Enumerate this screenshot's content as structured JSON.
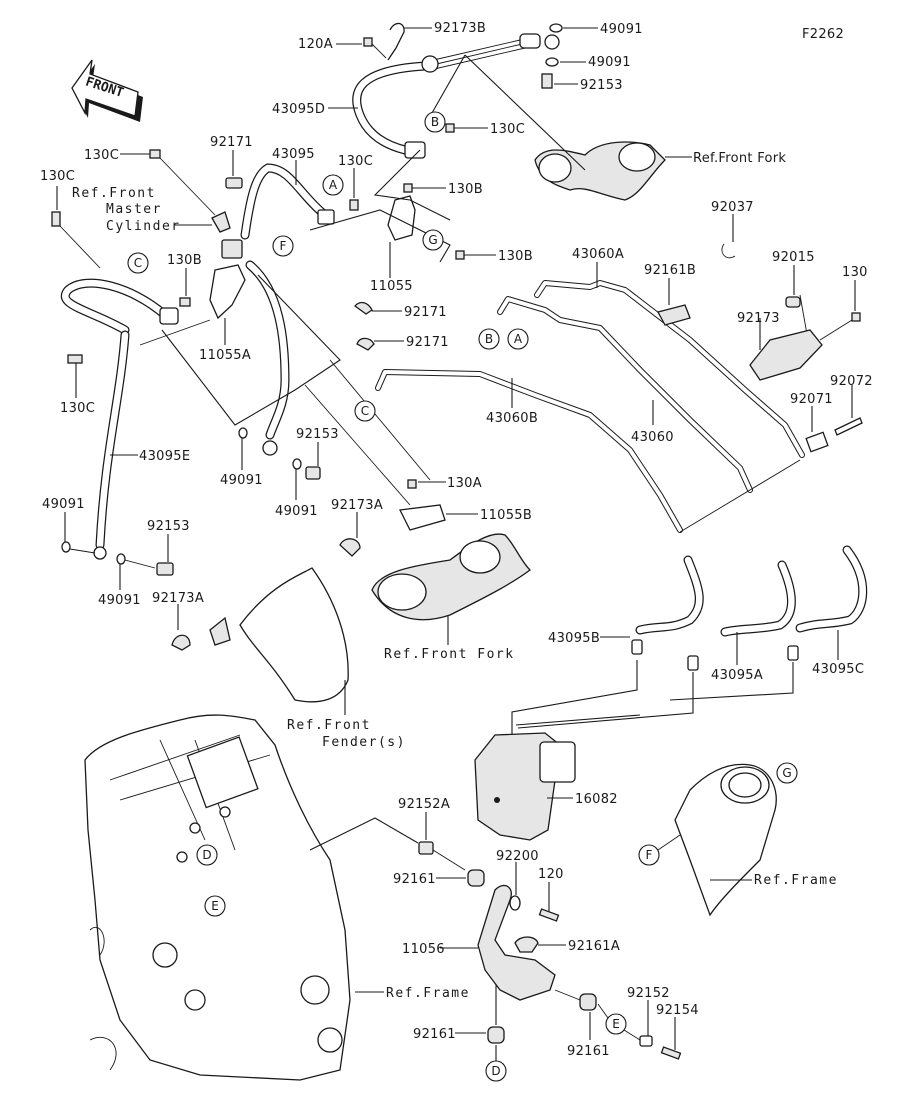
{
  "figure_code": "F2262",
  "direction_arrow": "FRONT",
  "parts": [
    {
      "id": "92173B",
      "label": "92173B"
    },
    {
      "id": "120A",
      "label": "120A"
    },
    {
      "id": "49091-a",
      "label": "49091"
    },
    {
      "id": "49091-b",
      "label": "49091"
    },
    {
      "id": "92153-a",
      "label": "92153"
    },
    {
      "id": "43095D",
      "label": "43095D"
    },
    {
      "id": "130C-a",
      "label": "130C"
    },
    {
      "id": "130C-b",
      "label": "130C"
    },
    {
      "id": "130C-c",
      "label": "130C"
    },
    {
      "id": "130C-d",
      "label": "130C"
    },
    {
      "id": "130C-e",
      "label": "130C"
    },
    {
      "id": "92171-a",
      "label": "92171"
    },
    {
      "id": "43095",
      "label": "43095"
    },
    {
      "id": "130B-a",
      "label": "130B"
    },
    {
      "id": "130B-b",
      "label": "130B"
    },
    {
      "id": "130B-c",
      "label": "130B"
    },
    {
      "id": "11055",
      "label": "11055"
    },
    {
      "id": "11055A",
      "label": "11055A"
    },
    {
      "id": "92171-b",
      "label": "92171"
    },
    {
      "id": "92171-c",
      "label": "92171"
    },
    {
      "id": "92037",
      "label": "92037"
    },
    {
      "id": "43060A",
      "label": "43060A"
    },
    {
      "id": "92161B",
      "label": "92161B"
    },
    {
      "id": "92015",
      "label": "92015"
    },
    {
      "id": "130",
      "label": "130"
    },
    {
      "id": "92173",
      "label": "92173"
    },
    {
      "id": "92072",
      "label": "92072"
    },
    {
      "id": "92071",
      "label": "92071"
    },
    {
      "id": "43060B",
      "label": "43060B"
    },
    {
      "id": "43060",
      "label": "43060"
    },
    {
      "id": "43095E",
      "label": "43095E"
    },
    {
      "id": "49091-c",
      "label": "49091"
    },
    {
      "id": "49091-d",
      "label": "49091"
    },
    {
      "id": "49091-e",
      "label": "49091"
    },
    {
      "id": "49091-f",
      "label": "49091"
    },
    {
      "id": "92153-b",
      "label": "92153"
    },
    {
      "id": "92153-c",
      "label": "92153"
    },
    {
      "id": "92173A-a",
      "label": "92173A"
    },
    {
      "id": "92173A-b",
      "label": "92173A"
    },
    {
      "id": "130A",
      "label": "130A"
    },
    {
      "id": "11055B",
      "label": "11055B"
    },
    {
      "id": "43095B",
      "label": "43095B"
    },
    {
      "id": "43095A",
      "label": "43095A"
    },
    {
      "id": "43095C",
      "label": "43095C"
    },
    {
      "id": "16082",
      "label": "16082"
    },
    {
      "id": "92152A",
      "label": "92152A"
    },
    {
      "id": "92161-a",
      "label": "92161"
    },
    {
      "id": "92200",
      "label": "92200"
    },
    {
      "id": "120",
      "label": "120"
    },
    {
      "id": "11056",
      "label": "11056"
    },
    {
      "id": "92161A",
      "label": "92161A"
    },
    {
      "id": "92161-b",
      "label": "92161"
    },
    {
      "id": "92161-c",
      "label": "92161"
    },
    {
      "id": "92152",
      "label": "92152"
    },
    {
      "id": "92154",
      "label": "92154"
    }
  ],
  "references": {
    "front_fork_top": "Ref.Front Fork",
    "front_fork_bottom": "Ref.Front Fork",
    "master_cyl_1": "Ref.Front",
    "master_cyl_2": "Master",
    "master_cyl_3": "Cylinder",
    "fender_1": "Ref.Front",
    "fender_2": "Fender(s)",
    "frame_left": "Ref.Frame",
    "frame_right": "Ref.Frame"
  },
  "callouts": {
    "A1": "A",
    "A2": "A",
    "B1": "B",
    "B2": "B",
    "C1": "C",
    "C2": "C",
    "D1": "D",
    "D2": "D",
    "E1": "E",
    "E2": "E",
    "F1": "F",
    "F2": "F",
    "G1": "G",
    "G2": "G"
  }
}
